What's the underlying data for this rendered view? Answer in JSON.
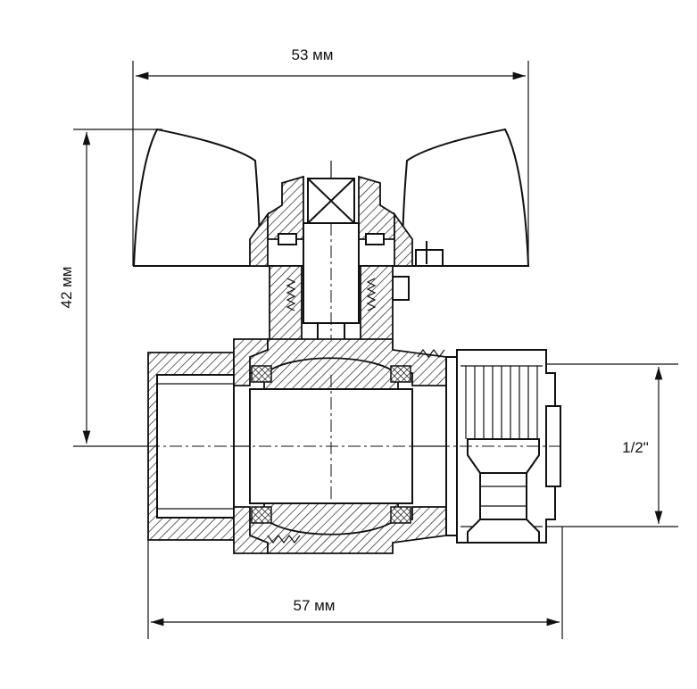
{
  "dimensions": {
    "top_width": "53 мм",
    "height": "42 мм",
    "thread": "1/2\"",
    "bottom_width": "57 мм"
  },
  "colors": {
    "line": "#111111",
    "background": "#ffffff"
  }
}
